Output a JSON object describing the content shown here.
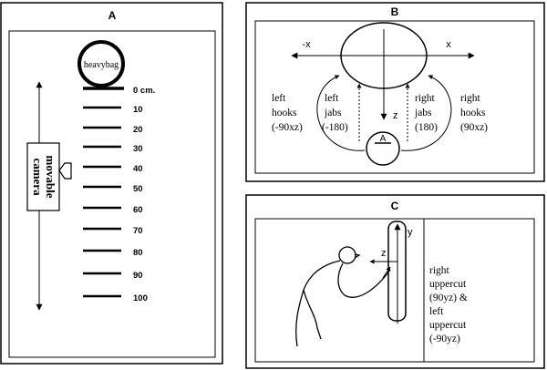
{
  "panels": {
    "a": {
      "letter": "A",
      "bag_label": "heavybag",
      "camera_label_line1": "movable",
      "camera_label_line2": "camera",
      "distance_labels": [
        "0 cm.",
        "10",
        "20",
        "30",
        "40",
        "50",
        "60",
        "70",
        "80",
        "90",
        "100"
      ]
    },
    "b": {
      "letter": "B",
      "neg_x": "-x",
      "pos_x": "x",
      "z": "z",
      "left_hooks": [
        "left",
        "hooks",
        "(-90xz)"
      ],
      "left_jabs": [
        "left",
        "jabs",
        "(-180)"
      ],
      "right_jabs": [
        "right",
        "jabs",
        "(180)"
      ],
      "right_hooks": [
        "right",
        "hooks",
        "(90xz)"
      ],
      "head_mark": "A"
    },
    "c": {
      "letter": "C",
      "y": "y",
      "z": "z",
      "uppercut": [
        "right",
        "uppercut",
        "(90yz) &",
        "left",
        "uppercut",
        "(-90yz)"
      ]
    }
  }
}
